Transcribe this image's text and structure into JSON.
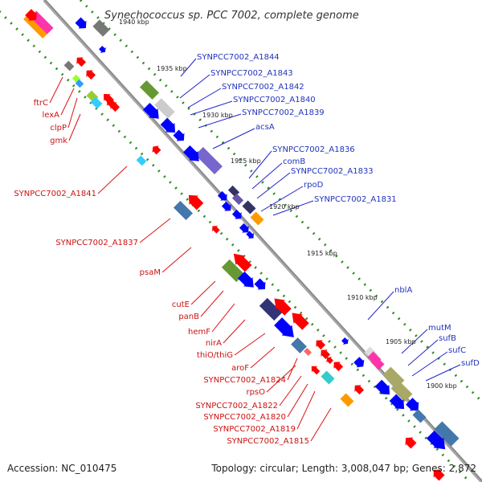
{
  "title": "Synechococcus sp. PCC 7002, complete genome",
  "accession_text": "Accession: NC_010475",
  "topology_text": "Topology: circular; Length: 3,008,047 bp; Genes: 2,872",
  "colors": {
    "backbone": "#8c8c8c",
    "dots": "#2e8b1e",
    "forward_label": "#2233bb",
    "reverse_label": "#cc1111"
  },
  "kbp_ticks": [
    "1940 kbp",
    "1935 kbp",
    "1930 kbp",
    "1925 kbp",
    "1920 kbp",
    "1915 kbp",
    "1910 kbp",
    "1905 kbp",
    "1900 kbp"
  ],
  "forward_labels": [
    "SYNPCC7002_A1844",
    "SYNPCC7002_A1843",
    "SYNPCC7002_A1842",
    "SYNPCC7002_A1840",
    "SYNPCC7002_A1839",
    "acsA",
    "SYNPCC7002_A1836",
    "comB",
    "SYNPCC7002_A1833",
    "rpoD",
    "SYNPCC7002_A1831",
    "nblA",
    "mutM",
    "sufB",
    "sufC",
    "sufD"
  ],
  "reverse_labels": [
    "ftrC",
    "lexA",
    "clpP",
    "gmk",
    "SYNPCC7002_A1841",
    "SYNPCC7002_A1837",
    "psaM",
    "cutE",
    "panB",
    "hemF",
    "nirA",
    "thiO/thiG",
    "aroF",
    "SYNPCC7002_A1824",
    "rpsO",
    "SYNPCC7002_A1822",
    "SYNPCC7002_A1820",
    "SYNPCC7002_A1819",
    "SYNPCC7002_A1815"
  ]
}
